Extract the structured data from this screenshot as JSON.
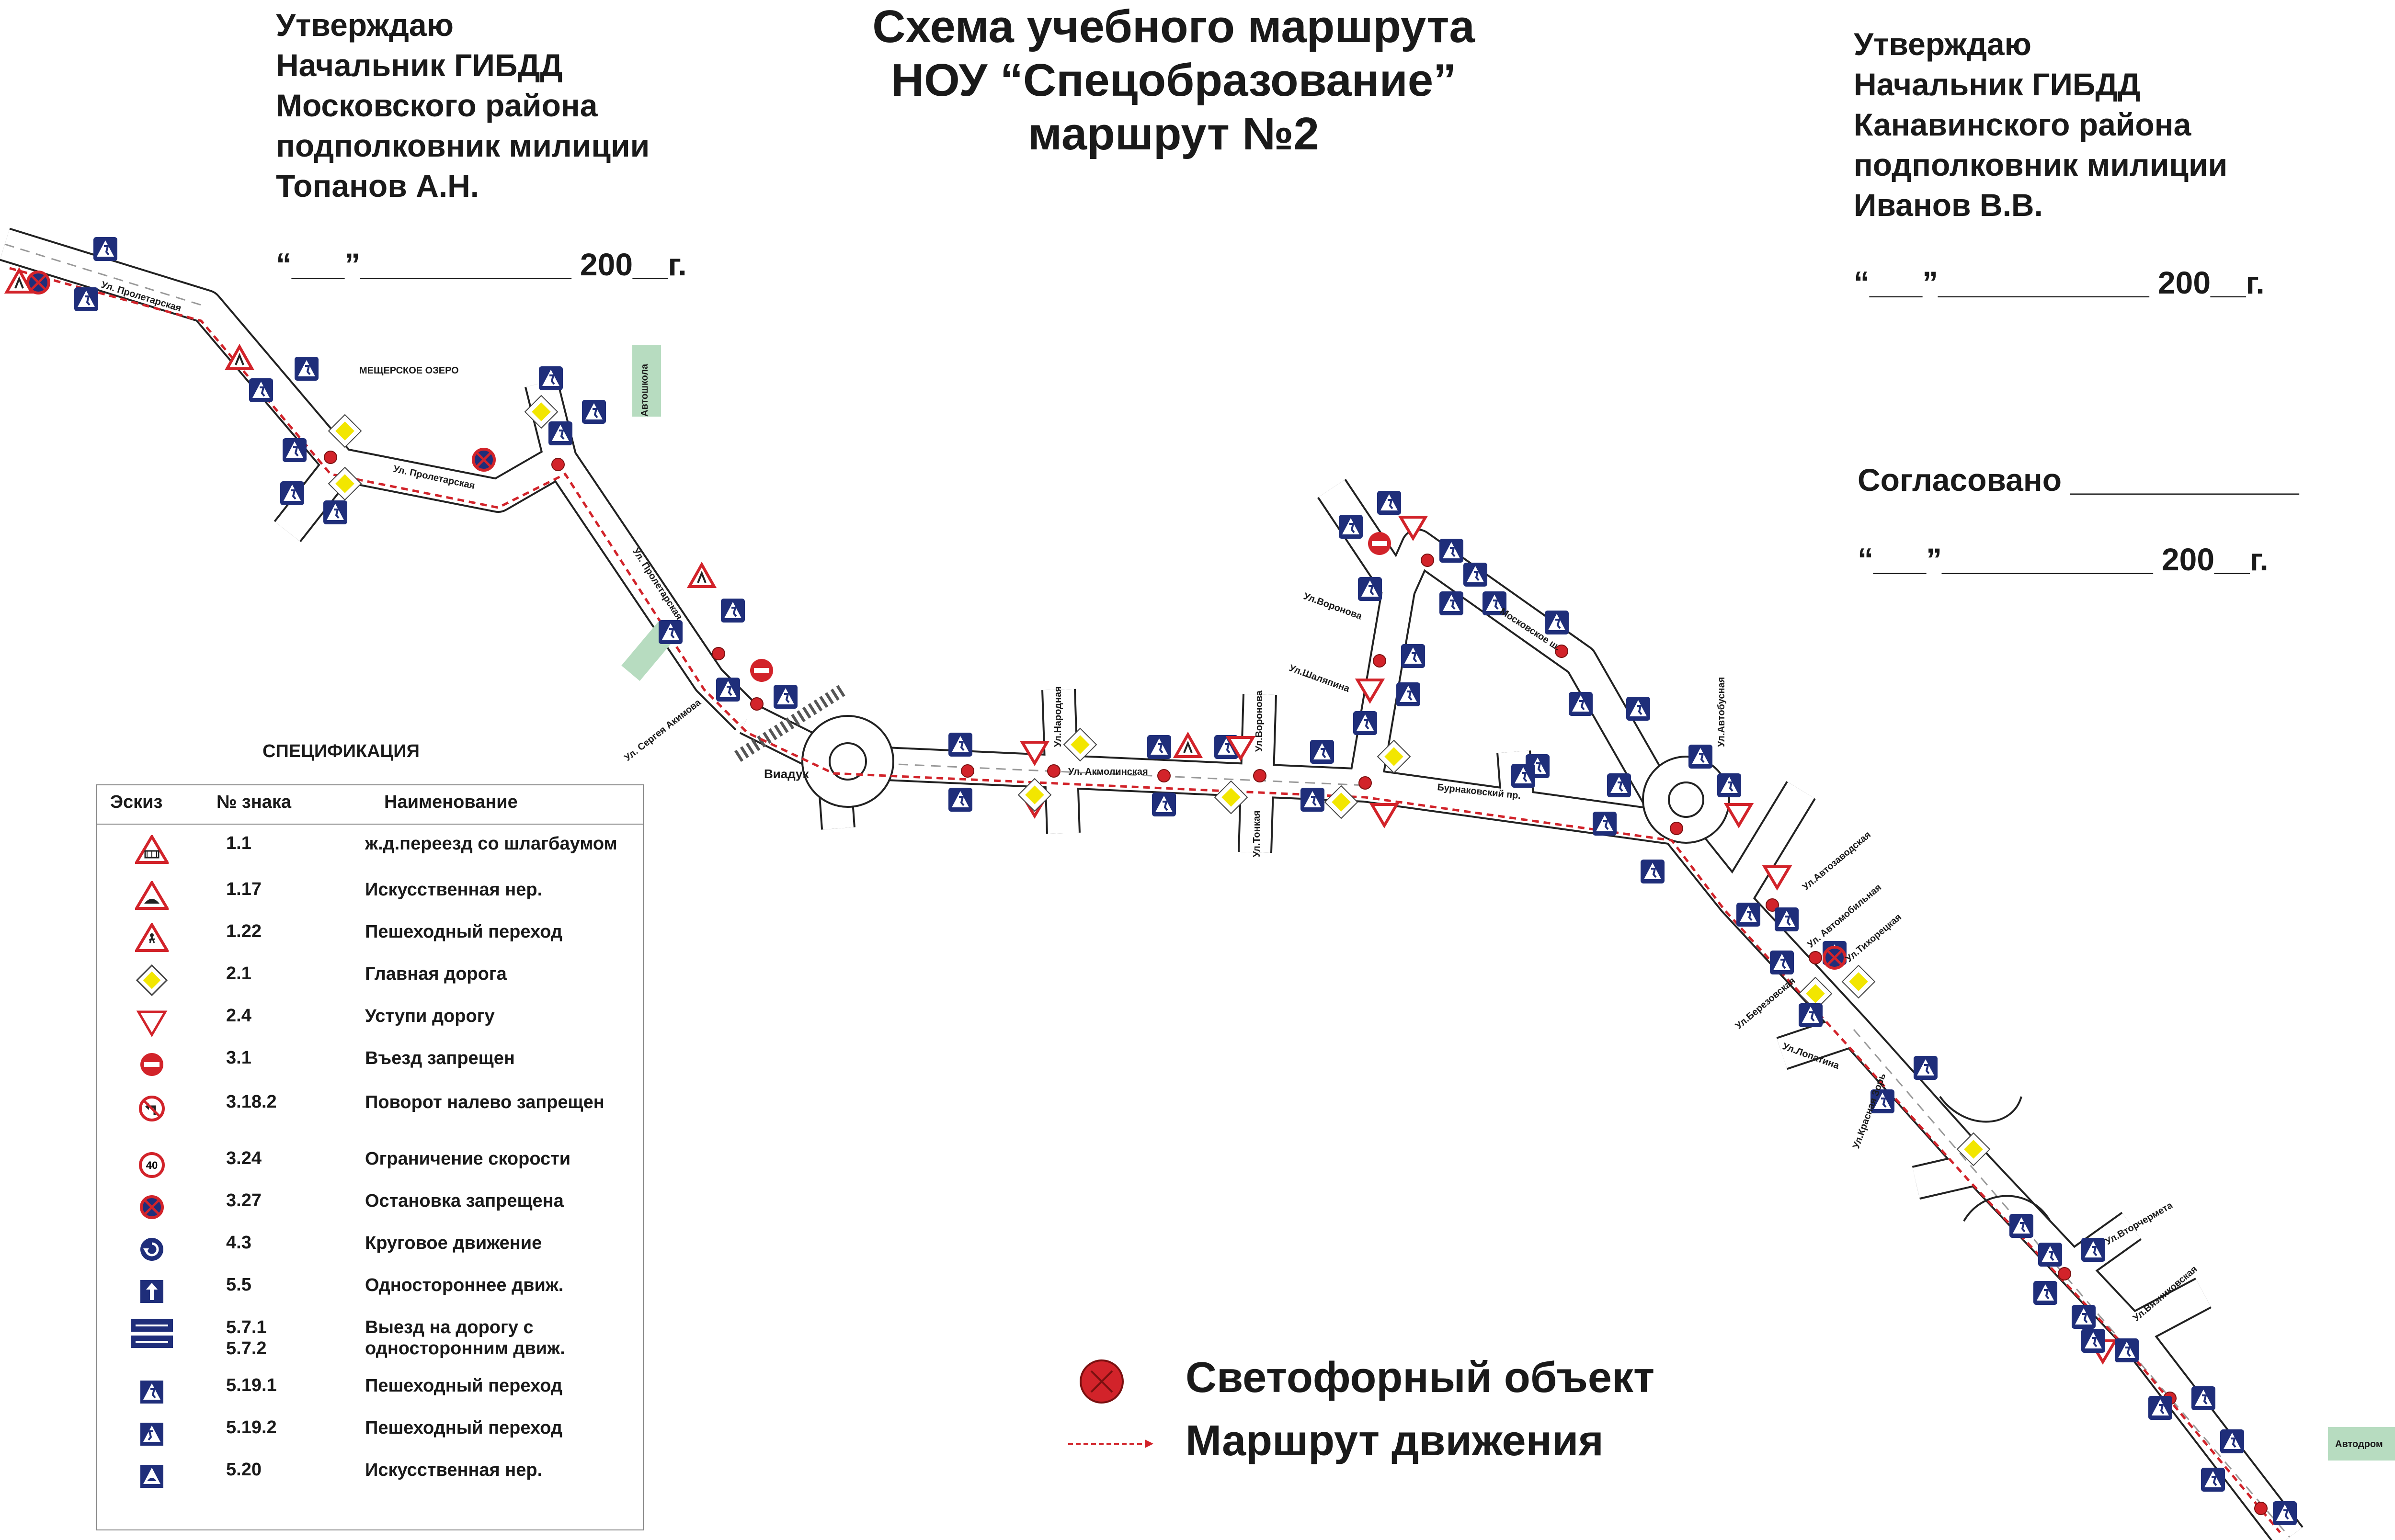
{
  "title": {
    "line1": "Схема учебного маршрута",
    "line2": "НОУ “Спецобразование”",
    "line3": "маршрут №2"
  },
  "approve_left": {
    "l1": "Утверждаю",
    "l2": "Начальник ГИБДД",
    "l3": "Московского района",
    "l4": "подполковник милиции",
    "l5": "Топанов А.Н.",
    "date": "“___”____________ 200__г."
  },
  "approve_right": {
    "l1": "Утверждаю",
    "l2": "Начальник ГИБДД",
    "l3": "Канавинского района",
    "l4": "подполковник милиции",
    "l5": "Иванов В.В.",
    "date": "“___”____________ 200__г."
  },
  "agreed": {
    "label": "Согласовано _____________",
    "date": "“___”____________ 200__г."
  },
  "map_labels": {
    "proletarskaya1": "Ул. Пролетарская",
    "proletarskaya2": "Ул. Пролетарская",
    "proletarskaya3": "Ул. Пролетарская",
    "meshcherskoe": "МЕЩЕРСКОЕ ОЗЕРО",
    "avtoshkola": "Автошкола",
    "akimova": "Ул. Сергея Акимова",
    "viaduk": "Виадук",
    "narodnaya": "Ул.Народная",
    "akmolinskaya": "Ул. Акмолинская",
    "voronova1": "Ул.Воронова",
    "voronova2": "Ул.Воронова",
    "tonkaya": "Ул.Тонкая",
    "shalyapina": "Ул.Шаляпина",
    "burnakovsky": "Бурнаковский пр.",
    "moskovskoe": "Московское ш.",
    "avtobusnaya": "Ул.Автобусная",
    "avtozavodskaya": "Ул.Автозаводская",
    "avtomobilnaya": "Ул. Автомобильная",
    "tihorecka": "Ул.Тихорецкая",
    "berezovskaya": "Ул.Березовская",
    "lopatina": "Ул.Лопатина",
    "krasnaya_zor": "Ул.Красная Зорь",
    "vtorchermeta": "Ул.Вторчермета",
    "vyazhnikovskaya": "Ул.Вязниковская",
    "avtodrom": "Автодром"
  },
  "spec": {
    "title": "СПЕЦИФИКАЦИЯ",
    "col_sketch": "Эскиз",
    "col_num": "№ знака",
    "col_name": "Наименование",
    "rows": [
      {
        "num": "1.1",
        "name": "ж.д.переезд со шлагбаумом",
        "icon": "railway-crossing-sign"
      },
      {
        "num": "1.17",
        "name": "Искусственная нер.",
        "icon": "speed-bump-sign"
      },
      {
        "num": "1.22",
        "name": "Пешеходный переход",
        "icon": "pedestrian-warning-sign"
      },
      {
        "num": "2.1",
        "name": "Главная дорога",
        "icon": "main-road-sign"
      },
      {
        "num": "2.4",
        "name": "Уступи дорогу",
        "icon": "yield-sign"
      },
      {
        "num": "3.1",
        "name": "Въезд запрещен",
        "icon": "no-entry-sign"
      },
      {
        "num": "3.18.2",
        "name": "Поворот налево запрещен",
        "icon": "no-left-turn-sign"
      },
      {
        "num": "3.24",
        "name": "Ограничение скорости",
        "icon": "speed-limit-sign"
      },
      {
        "num": "3.27",
        "name": "Остановка запрещена",
        "icon": "no-stopping-sign"
      },
      {
        "num": "4.3",
        "name": "Круговое движение",
        "icon": "roundabout-sign"
      },
      {
        "num": "5.5",
        "name": "Одностороннее движ.",
        "icon": "one-way-sign"
      },
      {
        "num": "5.7.1\n5.7.2",
        "name": "Выезд на дорогу с односторонним движ.",
        "icon": "one-way-exit-sign"
      },
      {
        "num": "5.19.1",
        "name": "Пешеходный переход",
        "icon": "crosswalk-sign"
      },
      {
        "num": "5.19.2",
        "name": "Пешеходный переход",
        "icon": "crosswalk-sign"
      },
      {
        "num": "5.20",
        "name": "Искусственная нер.",
        "icon": "speed-hump-sign"
      }
    ],
    "speed_limit_value": "40"
  },
  "legend": {
    "traffic_light": "Светофорный объект",
    "route": "Маршрут движения"
  },
  "colors": {
    "route": "#d2232a",
    "sign_blue": "#1f2e7a",
    "main_road_yellow": "#f2e600",
    "facility_green": "#b7dcc0"
  }
}
